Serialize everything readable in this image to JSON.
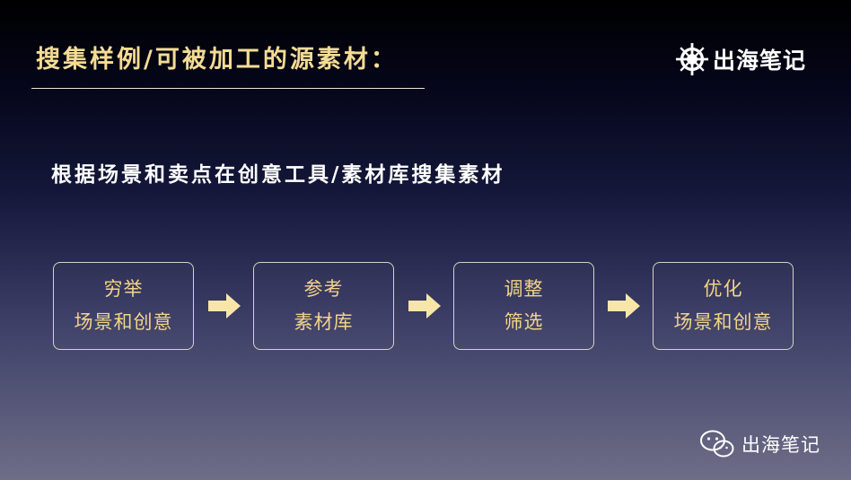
{
  "header": {
    "title": "搜集样例/可被加工的源素材：",
    "brand": "出海笔记"
  },
  "subtitle": "根据场景和卖点在创意工具/素材库搜集素材",
  "flow": [
    {
      "line1": "穷举",
      "line2": "场景和创意"
    },
    {
      "line1": "参考",
      "line2": "素材库"
    },
    {
      "line1": "调整",
      "line2": "筛选"
    },
    {
      "line1": "优化",
      "line2": "场景和创意"
    }
  ],
  "footer": {
    "text": "出海笔记"
  },
  "colors": {
    "accent_gold": "#f5dc95",
    "box_text": "#f3d488",
    "arrow": "#f8e6a8"
  }
}
